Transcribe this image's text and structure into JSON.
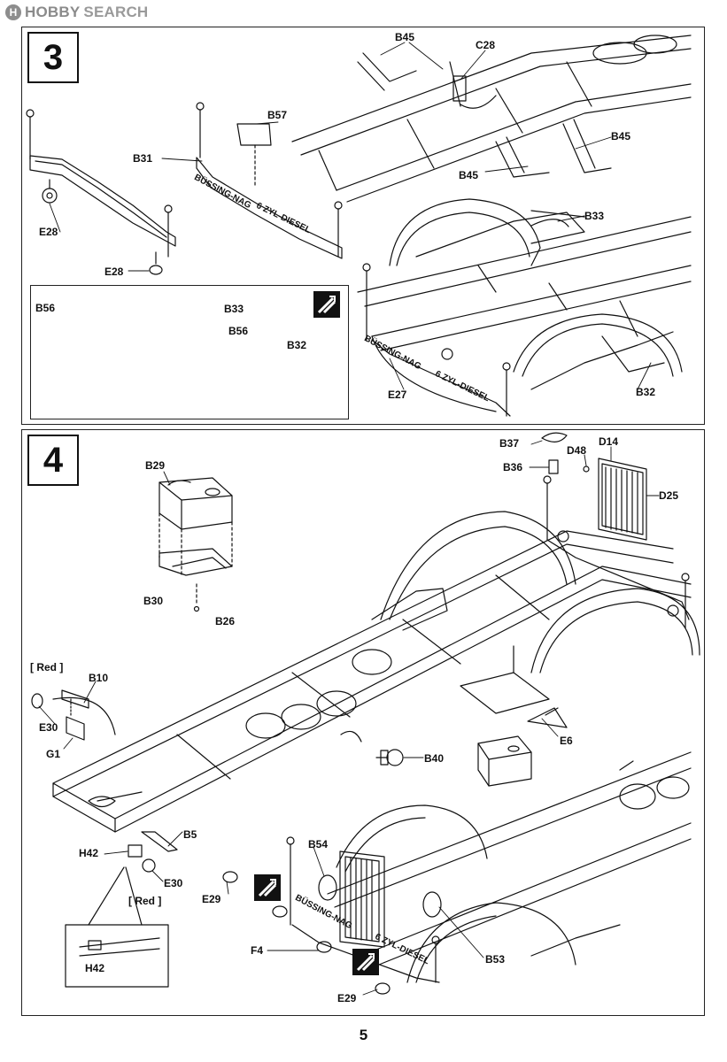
{
  "watermark": {
    "logo_letter": "H",
    "brand": "HOBBY",
    "word": "SEARCH"
  },
  "page_number": "5",
  "steps": {
    "step3": {
      "number": "3",
      "callouts": {
        "b45_top": "B45",
        "c28": "C28",
        "b57": "B57",
        "b31": "B31",
        "b45_right": "B45",
        "b45_lower": "B45",
        "e28_left": "E28",
        "e28_bottom": "E28",
        "b33": "B33",
        "e27": "E27",
        "b32": "B32"
      },
      "frame_texts": {
        "frame_left": "BÜSSING-NAG",
        "frame_right": "6 ZYL-DIESEL"
      },
      "inset": {
        "b56_left": "B56",
        "b33": "B33",
        "b56_right": "B56",
        "b32": "B32"
      },
      "cement_icon": "cement-icon"
    },
    "step4": {
      "number": "4",
      "callouts": {
        "b29": "B29",
        "b30": "B30",
        "b26": "B26",
        "b37": "B37",
        "b36": "B36",
        "d48": "D48",
        "d14": "D14",
        "d25": "D25",
        "b10": "B10",
        "e30_top": "E30",
        "g1": "G1",
        "b40": "B40",
        "e6": "E6",
        "b5": "B5",
        "h42": "H42",
        "e30_bottom": "E30",
        "b54": "B54",
        "e29_left": "E29",
        "f4": "F4",
        "b53": "B53",
        "e29_bottom": "E29",
        "h42_inset": "H42"
      },
      "paint_notes": {
        "red_top": "[ Red ]",
        "red_bottom": "[ Red ]"
      },
      "frame_texts": {
        "frame_left": "BÜSSING-NAG",
        "frame_right": "6 ZYL-DIESEL"
      },
      "cement_icons": [
        "cement-icon",
        "cement-icon"
      ]
    }
  },
  "colors": {
    "line": "#111111",
    "paper": "#ffffff",
    "watermark": "#8b8b8b"
  }
}
